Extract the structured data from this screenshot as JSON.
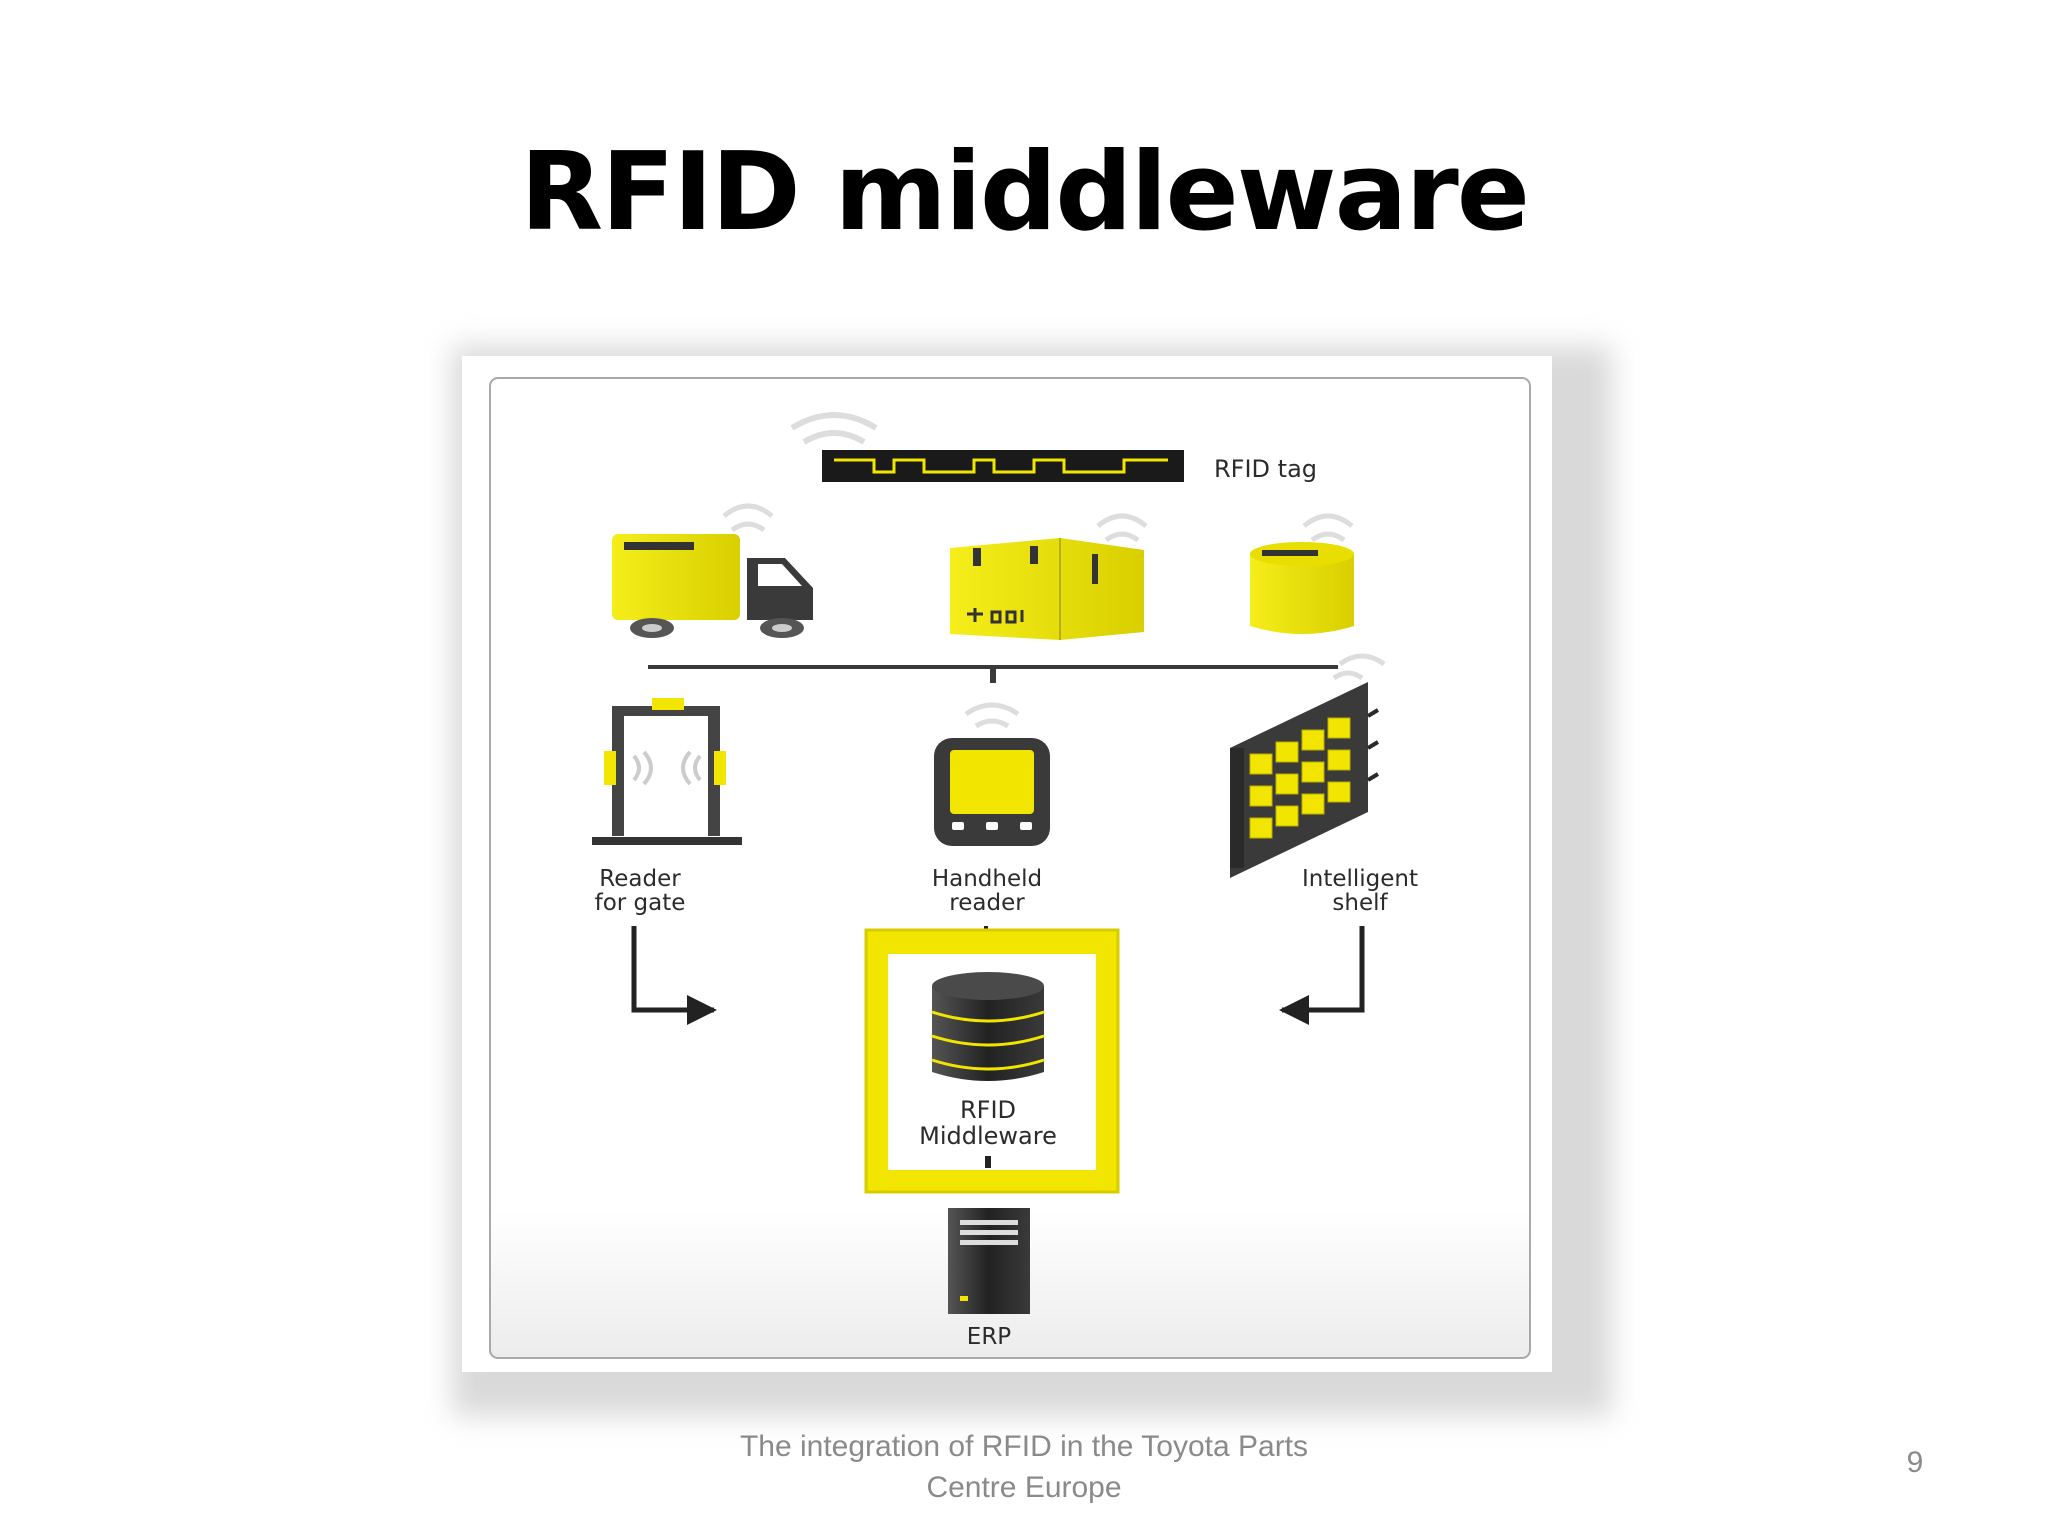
{
  "slide": {
    "title": "RFID middleware",
    "footer": "The integration of RFID in the Toyota Parts Centre Europe",
    "page_number": "9"
  },
  "diagram": {
    "tag_label": "RFID tag",
    "readers": [
      {
        "line1": "Reader",
        "line2": "for gate"
      },
      {
        "line1": "Handheld",
        "line2": "reader"
      },
      {
        "line1": "Intelligent",
        "line2": "shelf"
      }
    ],
    "middleware": {
      "line1": "RFID",
      "line2": "Middleware"
    },
    "erp_label": "ERP",
    "colors": {
      "accent": "#f2e600",
      "dark": "#2a2a2a",
      "line": "#3a3a3a"
    }
  }
}
